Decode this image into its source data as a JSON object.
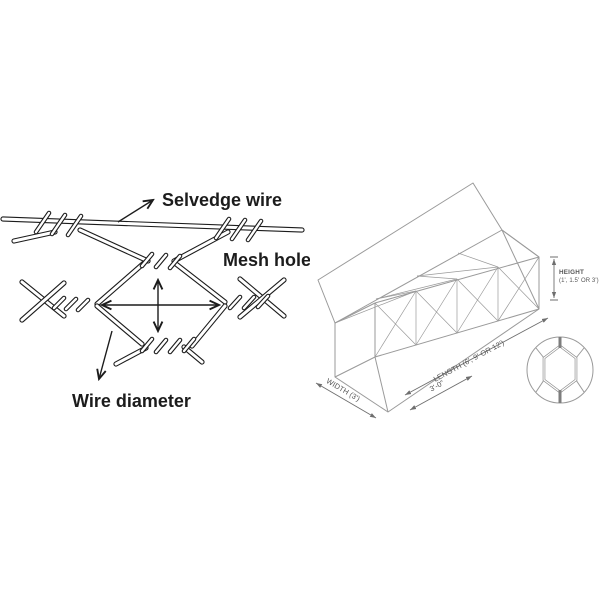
{
  "colors": {
    "left_ink": "#1c1c1c",
    "right_line": "#9a9a9a",
    "mesh": "#c3c3c3",
    "dim": "#6e6e6e",
    "text_right": "#555555",
    "bg": "#ffffff"
  },
  "left_diagram": {
    "selvedge_wire_label": "Selvedge wire",
    "mesh_hole_label": "Mesh hole",
    "wire_diameter_label": "Wire diameter"
  },
  "right_diagram": {
    "height_label_line1": "HEIGHT",
    "height_label_line2": "(1', 1.5' OR 3')",
    "length_label": "LENGTH (6', 9' OR 12')",
    "segment_label": "3'-0\"",
    "width_label": "WIDTH (3')"
  }
}
